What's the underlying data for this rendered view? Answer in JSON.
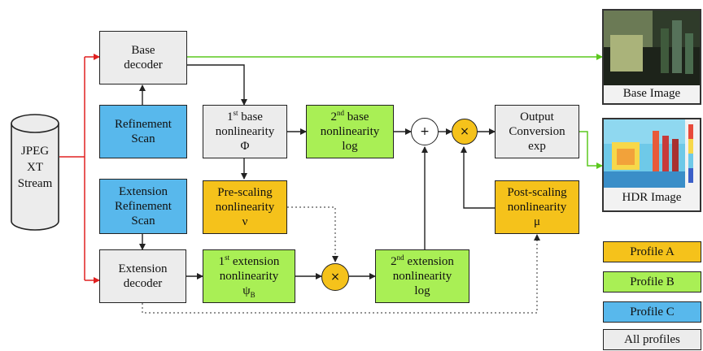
{
  "stream": {
    "line1": "JPEG",
    "line2": "XT",
    "line3": "Stream"
  },
  "boxes": {
    "base_decoder": {
      "line1": "Base",
      "line2": "decoder"
    },
    "refinement_scan": {
      "line1": "Refinement",
      "line2": "Scan"
    },
    "ext_refinement_scan": {
      "line1": "Extension",
      "line2": "Refinement",
      "line3": "Scan"
    },
    "ext_decoder": {
      "line1": "Extension",
      "line2": "decoder"
    },
    "base_nl1": {
      "num": "1",
      "sup": "st",
      "rest": " base",
      "line2": "nonlinearity",
      "sym": "Φ"
    },
    "base_nl2": {
      "num": "2",
      "sup": "nd",
      "rest": " base",
      "line2": "nonlinearity",
      "line3": "log"
    },
    "prescale": {
      "line1": "Pre-scaling",
      "line2": "nonlinearity",
      "sym": "ν"
    },
    "ext_nl1": {
      "num": "1",
      "sup": "st",
      "rest": " extension",
      "line2": "nonlinearity",
      "sym": "ψ",
      "sub": "B"
    },
    "ext_nl2": {
      "num": "2",
      "sup": "nd",
      "rest": " extension",
      "line2": "nonlinearity",
      "line3": "log"
    },
    "postscale": {
      "line1": "Post-scaling",
      "line2": "nonlinearity",
      "sym": "μ"
    },
    "output": {
      "line1": "Output",
      "line2": "Conversion",
      "line3": "exp"
    }
  },
  "operators": {
    "plus": "+",
    "times": "×"
  },
  "outputs": {
    "base_image": "Base Image",
    "hdr_image": "HDR Image"
  },
  "legend": [
    "Profile A",
    "Profile B",
    "Profile C",
    "All profiles"
  ],
  "colors": {
    "profile_a": "#f5c21b",
    "profile_b": "#a9ef55",
    "profile_c": "#58b8ec",
    "all": "#ececec",
    "red_wire": "#e02020",
    "green_wire": "#5cc81e"
  }
}
